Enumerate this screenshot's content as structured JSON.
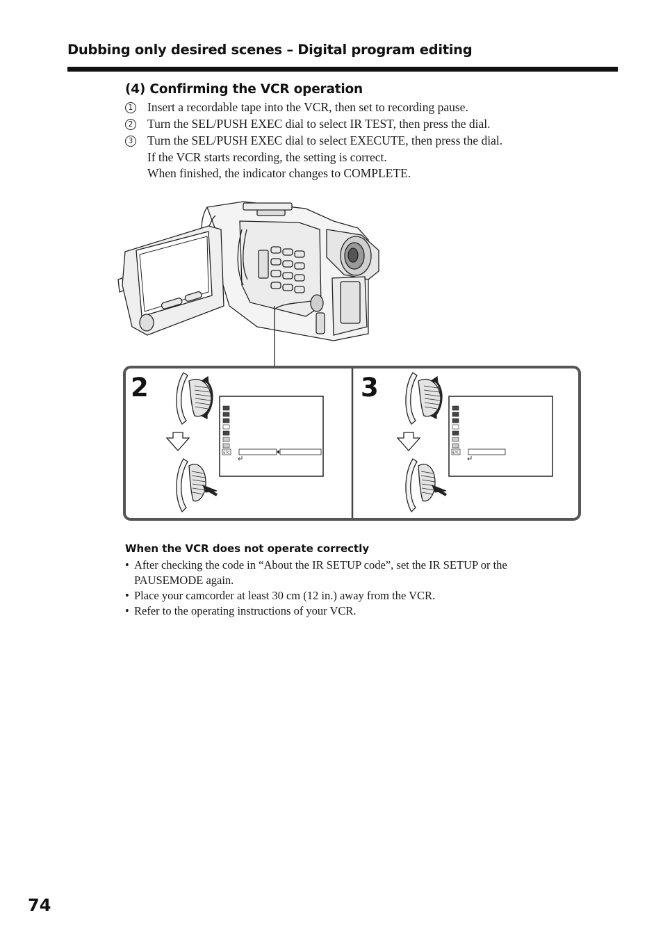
{
  "header": {
    "title": "Dubbing only desired scenes – Digital program editing"
  },
  "section": {
    "heading": "(4) Confirming the VCR operation",
    "steps": [
      {
        "number": "1",
        "lines": [
          "Insert a recordable tape into the VCR, then set to recording pause."
        ]
      },
      {
        "number": "2",
        "lines": [
          "Turn the SEL/PUSH EXEC dial to select IR TEST, then press the dial."
        ]
      },
      {
        "number": "3",
        "lines": [
          "Turn the SEL/PUSH EXEC dial to select EXECUTE, then press the dial.",
          "If the VCR starts recording, the setting is correct.",
          "When finished, the indicator changes to COMPLETE."
        ]
      }
    ]
  },
  "illustration": {
    "panels": [
      {
        "label": "2"
      },
      {
        "label": "3"
      }
    ],
    "osd_icon_labels": [
      "ETC"
    ]
  },
  "notes": {
    "heading": "When the VCR does not operate correctly",
    "bullet_symbol": "•",
    "items": [
      {
        "lines": [
          "After checking the code in “About the IR SETUP code”, set the IR SETUP or the",
          "PAUSEMODE again."
        ]
      },
      {
        "lines": [
          "Place your camcorder at least 30 cm (12 in.) away from the VCR."
        ]
      },
      {
        "lines": [
          "Refer to the operating instructions of your VCR."
        ]
      }
    ]
  },
  "page_number": "74"
}
